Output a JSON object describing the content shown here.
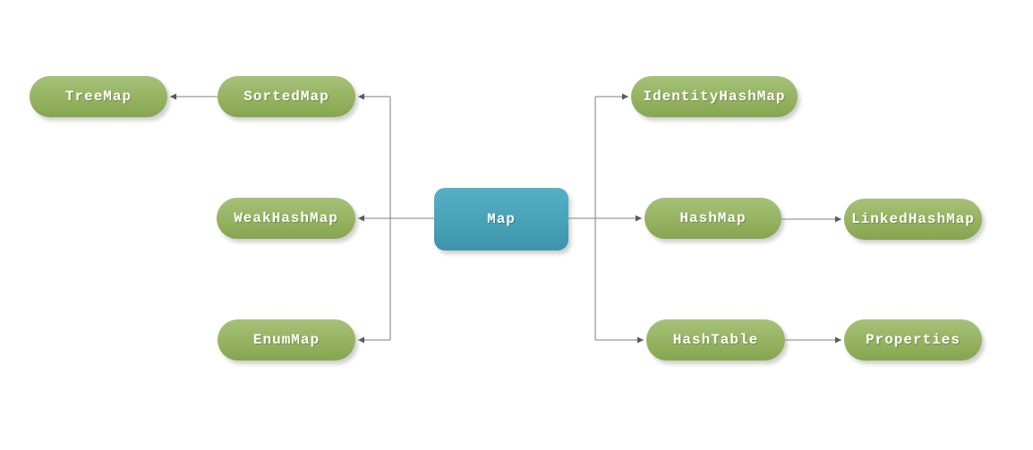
{
  "nodes": {
    "map": {
      "label": "Map",
      "type": "root-node"
    },
    "sortedmap": {
      "label": "SortedMap",
      "type": "sub-node"
    },
    "treemap": {
      "label": "TreeMap",
      "type": "sub-node"
    },
    "weakhashmap": {
      "label": "WeakHashMap",
      "type": "sub-node"
    },
    "enummap": {
      "label": "EnumMap",
      "type": "sub-node"
    },
    "identityhashmap": {
      "label": "IdentityHashMap",
      "type": "sub-node"
    },
    "hashmap": {
      "label": "HashMap",
      "type": "sub-node"
    },
    "linkedhashmap": {
      "label": "LinkedHashMap",
      "type": "sub-node"
    },
    "hashtable": {
      "label": "HashTable",
      "type": "sub-node"
    },
    "properties": {
      "label": "Properties",
      "type": "sub-node"
    }
  },
  "edges": [
    {
      "from": "Map",
      "to": "SortedMap"
    },
    {
      "from": "SortedMap",
      "to": "TreeMap"
    },
    {
      "from": "Map",
      "to": "WeakHashMap"
    },
    {
      "from": "Map",
      "to": "EnumMap"
    },
    {
      "from": "Map",
      "to": "IdentityHashMap"
    },
    {
      "from": "Map",
      "to": "HashMap"
    },
    {
      "from": "Map",
      "to": "HashTable"
    },
    {
      "from": "HashMap",
      "to": "LinkedHashMap"
    },
    {
      "from": "HashTable",
      "to": "Properties"
    }
  ],
  "colors": {
    "background": "#ffffff",
    "pill_green_top": "#a6c178",
    "pill_green_bottom": "#86a550",
    "root_blue_top": "#55b0c6",
    "root_blue_bottom": "#3e93a9",
    "connector_line": "#7f7f7f",
    "arrowhead": "#595959",
    "label_text": "#ffffff"
  }
}
